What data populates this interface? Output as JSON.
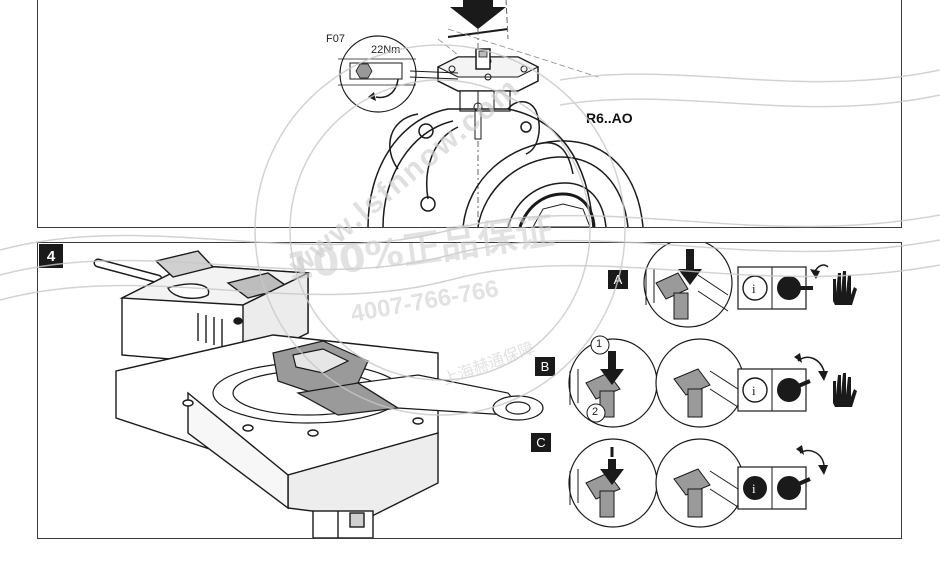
{
  "top_panel": {
    "function_code": "F07",
    "torque": "22Nm",
    "model": "R6..AO"
  },
  "step4": {
    "step_number": "4",
    "options": [
      {
        "label": "A"
      },
      {
        "label": "B",
        "callouts": [
          "1",
          "2"
        ]
      },
      {
        "label": "C"
      }
    ]
  },
  "watermark": {
    "text_url": "www.lsfnnow.com",
    "text_cn": "100%正品保证",
    "text_phone": "4007-766-766",
    "text_cn_small": "上海赫通保障"
  },
  "colors": {
    "line": "#1a1a1a",
    "grey_part": "#9a9a9a",
    "light_grey": "#d9d9d9",
    "watermark": "#c8c8c8"
  }
}
